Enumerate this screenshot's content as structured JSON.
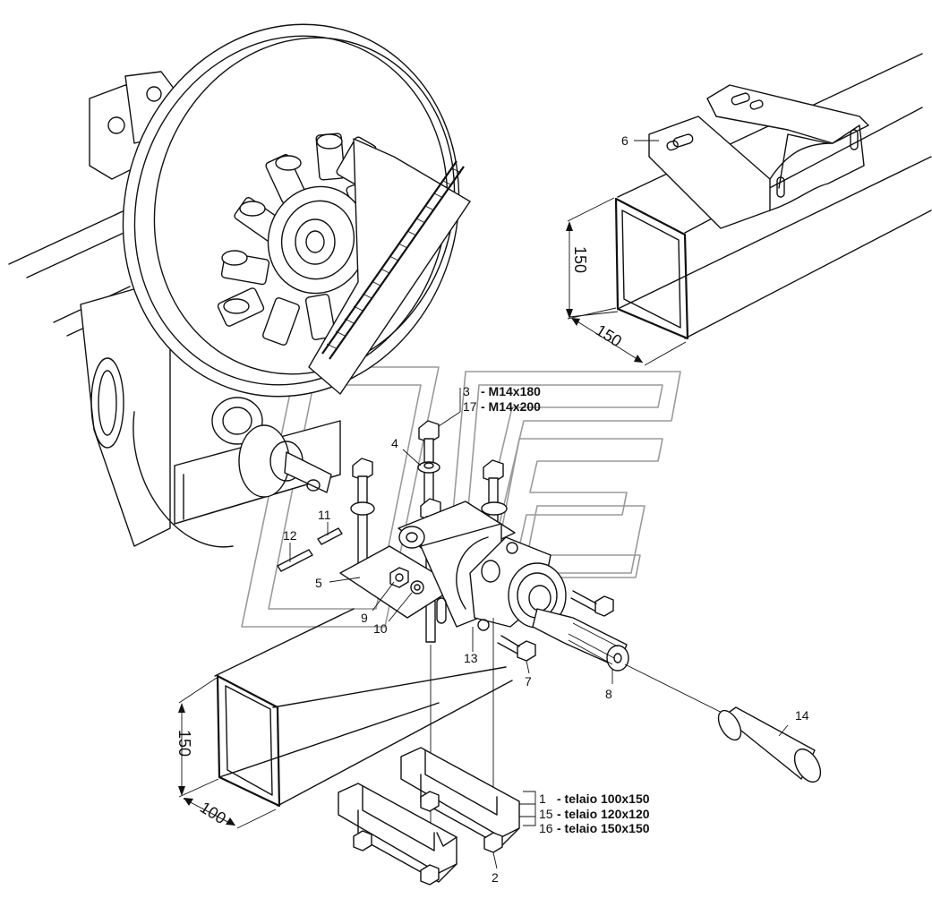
{
  "parts": {
    "p1": "1",
    "p2": "2",
    "p3": "3",
    "p4": "4",
    "p5": "5",
    "p6": "6",
    "p7": "7",
    "p8": "8",
    "p9": "9",
    "p10": "10",
    "p11": "11",
    "p12": "12",
    "p13": "13",
    "p14": "14",
    "p15": "15",
    "p16": "16",
    "p17": "17"
  },
  "bolt_specs": {
    "s3": "- M14x180",
    "s17": "- M14x200"
  },
  "frame_specs": {
    "s1": "- telaio 100x150",
    "s15": "- telaio 120x120",
    "s16": "- telaio 150x150"
  },
  "dimensions": {
    "top_height": "150",
    "top_width": "150",
    "bottom_height": "150",
    "bottom_width": "100"
  }
}
